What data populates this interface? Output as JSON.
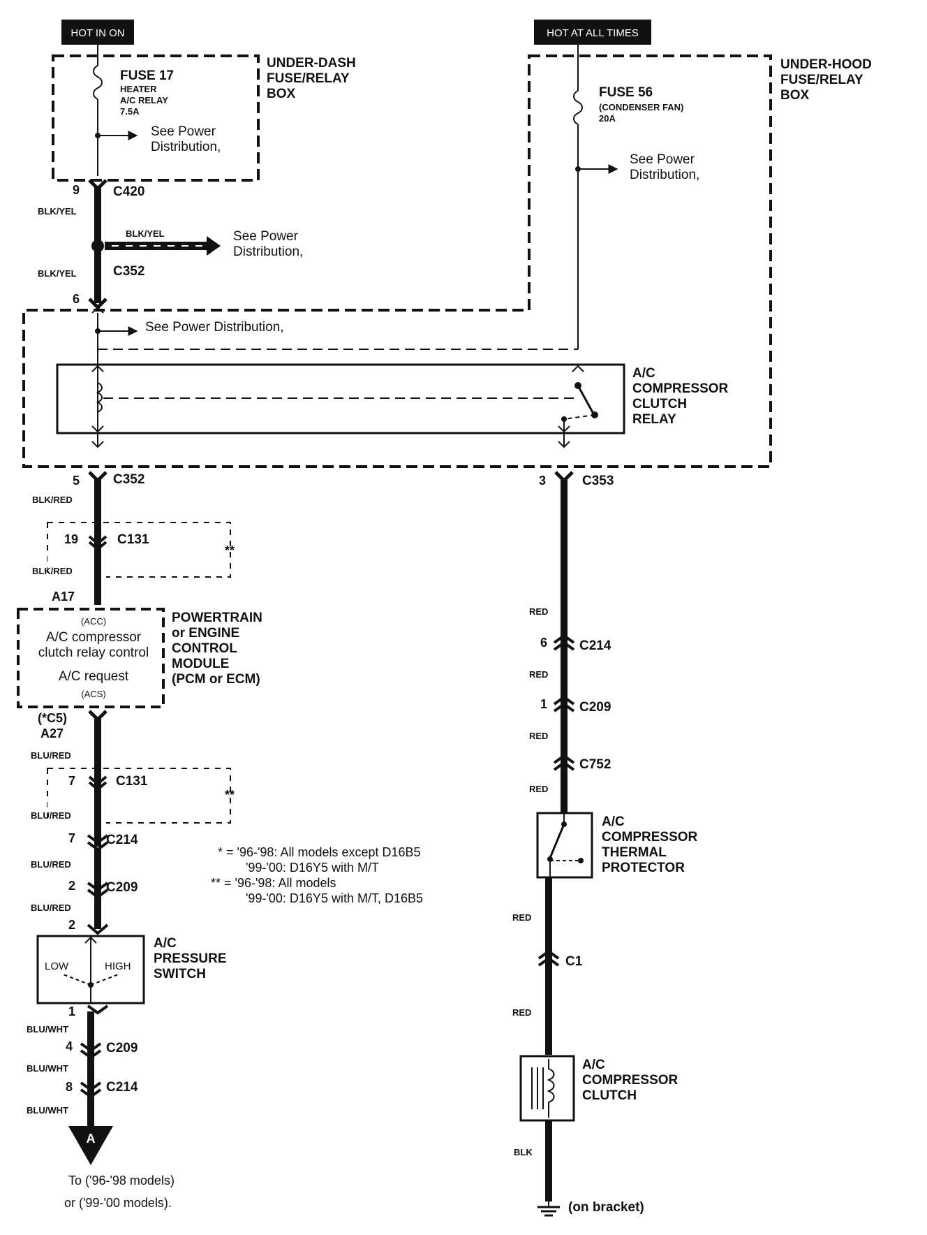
{
  "headers": {
    "hot_in_on": "HOT IN ON",
    "hot_at_all_times": "HOT AT ALL TIMES"
  },
  "boxes": {
    "under_dash": [
      "UNDER-DASH",
      "FUSE/RELAY",
      "BOX"
    ],
    "under_hood": [
      "UNDER-HOOD",
      "FUSE/RELAY",
      "BOX"
    ]
  },
  "fuse17": {
    "name": "FUSE 17",
    "lines": [
      "HEATER",
      "A/C RELAY",
      "7.5A"
    ]
  },
  "fuse56": {
    "name": "FUSE 56",
    "lines": [
      "(CONDENSER FAN)",
      "20A"
    ]
  },
  "see_power": {
    "fuse17": [
      "See Power",
      "Distribution,"
    ],
    "fuse56": [
      "See Power",
      "Distribution,"
    ],
    "splice": [
      "See Power",
      "Distribution,"
    ],
    "relay_box": "See Power Distribution,"
  },
  "left_circuit": {
    "c420_pin": "9",
    "c420": "C420",
    "wire_blk_yel": "BLK/YEL",
    "c352_top": "C352",
    "c352_pin6": "6",
    "c352_bot": "C352",
    "c352_pin5": "5",
    "wire_blk_red": "BLK/RED",
    "c131_a_pin": "19",
    "c131_a": "C131",
    "stars": "**",
    "pcm_pin_a17": "A17",
    "pcm_pin_c5": "(*C5)",
    "pcm_pin_a27": "A27",
    "wire_blu_red": "BLU/RED",
    "c131_b_pin": "7",
    "c131_b": "C131",
    "c214_pin": "7",
    "c214": "C214",
    "c209_pin": "2",
    "c209": "C209",
    "switch_pin_top": "2",
    "switch_pin_bottom": "1",
    "wire_blu_wht": "BLU/WHT",
    "c209b_pin": "4",
    "c209b": "C209",
    "c214b_pin": "8",
    "c214b": "C214",
    "arrow_letter": "A",
    "to_lines": [
      "To ('96-'98 models)",
      "or ('99-'00 models)."
    ]
  },
  "relay": {
    "name": [
      "A/C",
      "COMPRESSOR",
      "CLUTCH",
      "RELAY"
    ]
  },
  "pcm": {
    "acc": "(ACC)",
    "line1": "A/C compressor",
    "line2": "clutch relay control",
    "line3": "A/C request",
    "acs": "(ACS)",
    "name": [
      "POWERTRAIN",
      "or ENGINE",
      "CONTROL",
      "MODULE",
      "(PCM or ECM)"
    ]
  },
  "pressure_switch": {
    "low": "LOW",
    "high": "HIGH",
    "name": [
      "A/C",
      "PRESSURE",
      "SWITCH"
    ]
  },
  "notes": [
    "* = '96-'98: All models except D16B5",
    "'99-'00: D16Y5 with M/T",
    "** = '96-'98: All models",
    "'99-'00: D16Y5 with M/T, D16B5"
  ],
  "right_circuit": {
    "c353_pin": "3",
    "c353": "C353",
    "wire_red": "RED",
    "c214_pin": "6",
    "c214": "C214",
    "c209_pin": "1",
    "c209": "C209",
    "c752": "C752",
    "c1": "C1",
    "wire_blk": "BLK",
    "ground": "(on bracket)"
  },
  "thermal_protector": {
    "name": [
      "A/C",
      "COMPRESSOR",
      "THERMAL",
      "PROTECTOR"
    ]
  },
  "clutch": {
    "name": [
      "A/C",
      "COMPRESSOR",
      "CLUTCH"
    ]
  }
}
